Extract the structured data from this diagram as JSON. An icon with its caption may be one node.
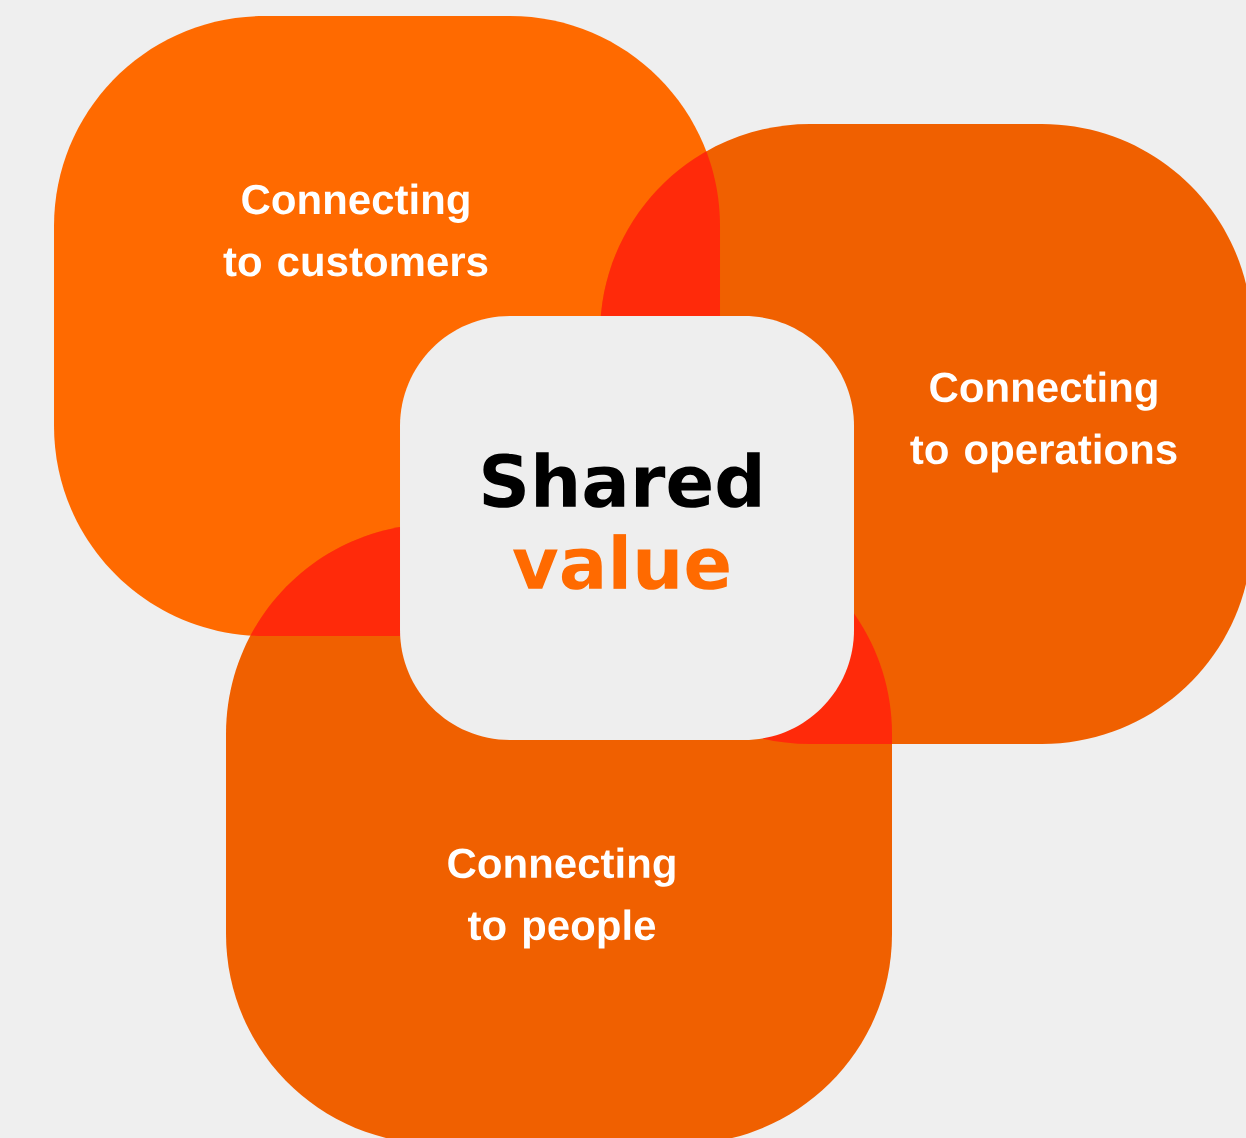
{
  "diagram": {
    "nodes": [
      {
        "text": [
          "Connecting to customers"
        ]
      },
      {
        "text": [
          "Connecting to operations"
        ]
      },
      {
        "text": [
          "Connecting to people"
        ]
      },
      {
        "text": [
          "Shared",
          "value"
        ]
      }
    ]
  }
}
